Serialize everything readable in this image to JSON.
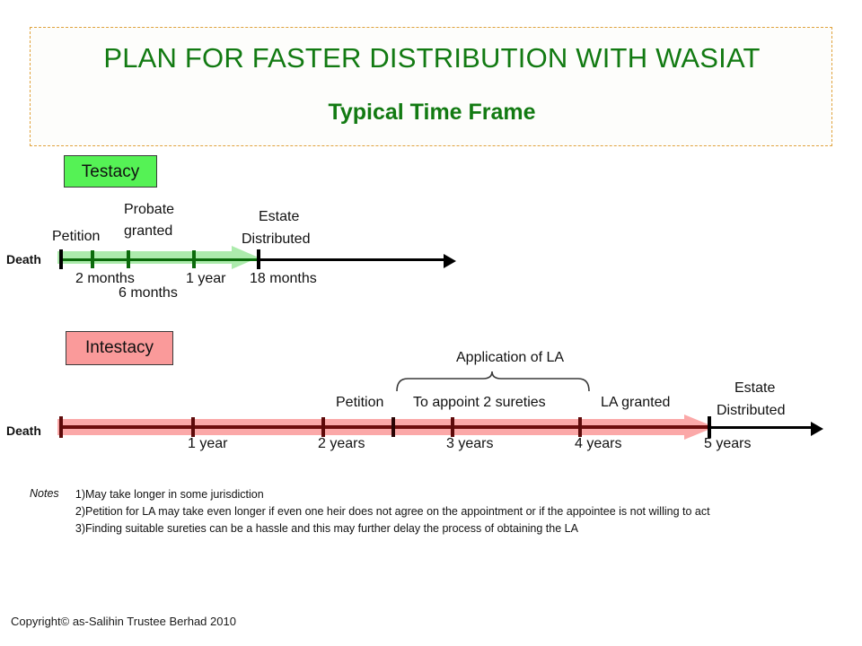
{
  "title": {
    "main": "PLAN FOR FASTER DISTRIBUTION WITH WASIAT",
    "sub": "Typical Time Frame"
  },
  "colors": {
    "title_green": "#127a12",
    "title_border": "#e0a23c",
    "testacy_badge": "#55f255",
    "intestacy_badge": "#fa9a9a",
    "testacy_arrow": "#9ee89e",
    "testacy_arrow_line": "#0b6b0b",
    "intestacy_arrow": "#fba8a8",
    "intestacy_arrow_line": "#6e0d0d",
    "axis_black": "#000000"
  },
  "testacy": {
    "badge": "Testacy",
    "start_label": "Death",
    "events": [
      {
        "label": "Petition"
      },
      {
        "label_line1": "Probate",
        "label_line2": "granted"
      },
      {
        "label_line1": "Estate",
        "label_line2": "Distributed"
      }
    ],
    "ticks": [
      {
        "label": ""
      },
      {
        "label": "2  months"
      },
      {
        "label": "6 months"
      },
      {
        "label": "1 year"
      },
      {
        "label": "18  months"
      }
    ]
  },
  "intestacy": {
    "badge": "Intestacy",
    "start_label": "Death",
    "brace_label": "Application of LA",
    "events": [
      {
        "label": "Petition"
      },
      {
        "label": "To  appoint 2  sureties"
      },
      {
        "label": "LA granted"
      },
      {
        "label_line1": "Estate",
        "label_line2": "Distributed"
      }
    ],
    "ticks": [
      {
        "label": "1 year"
      },
      {
        "label": "2 years"
      },
      {
        "label": "3 years"
      },
      {
        "label": "4 years"
      },
      {
        "label": "5 years"
      }
    ]
  },
  "notes": {
    "heading": "Notes",
    "items": [
      {
        "num": "1)",
        "text": "May take longer in some jurisdiction"
      },
      {
        "num": "2)",
        "text": "Petition for LA may take even  longer if even one heir does not agree on the appointment or if the appointee is not willing to act"
      },
      {
        "num": "3)",
        "text": "Finding suitable sureties can be a hassle and this may further delay the process of obtaining the LA"
      }
    ]
  },
  "footer": {
    "copyright": "Copyright©  as-Salihin Trustee Berhad 2010"
  }
}
